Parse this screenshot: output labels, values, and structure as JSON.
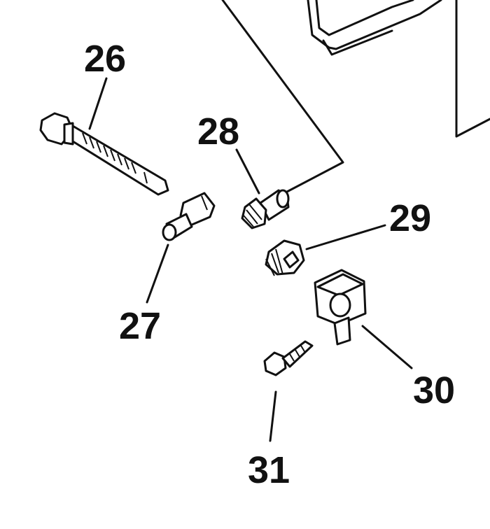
{
  "callouts": {
    "c26": "26",
    "c27": "27",
    "c28": "28",
    "c29": "29",
    "c30": "30",
    "c31": "31"
  },
  "parts": [
    {
      "number": "26",
      "name": "bolt-icon"
    },
    {
      "number": "27",
      "name": "pin-icon"
    },
    {
      "number": "28",
      "name": "gear-shaft-icon"
    },
    {
      "number": "29",
      "name": "gear-icon"
    },
    {
      "number": "30",
      "name": "bracket-icon"
    },
    {
      "number": "31",
      "name": "screw-icon"
    }
  ]
}
